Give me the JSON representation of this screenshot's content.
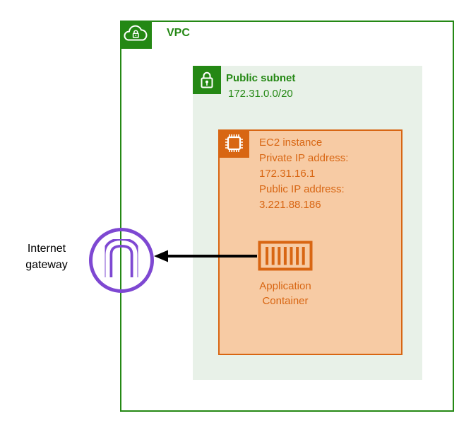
{
  "diagram": {
    "vpc": {
      "label": "VPC"
    },
    "public_subnet": {
      "label": "Public subnet",
      "cidr": "172.31.0.0/20"
    },
    "ec2_instance": {
      "title": "EC2 instance",
      "private_ip_label": "Private IP address:",
      "private_ip": "172.31.16.1",
      "public_ip_label": "Public IP address:",
      "public_ip": "3.221.88.186"
    },
    "application_container": {
      "label_line1": "Application",
      "label_line2": "Container"
    },
    "internet_gateway": {
      "label_line1": "Internet",
      "label_line2": "gateway"
    },
    "icons": {
      "vpc_icon": "cloud-lock-icon",
      "subnet_icon": "padlock-icon",
      "ec2_icon": "chip-icon",
      "container_icon": "container-bars-icon",
      "gateway_icon": "internet-gateway-circle-icon",
      "arrow": "left-arrow"
    },
    "colors": {
      "green": "#248814",
      "subnet_fill": "#E8F1E8",
      "orange": "#D86613",
      "orange_fill": "#F7CBA4",
      "purple": "#7E48D2",
      "arrow_black": "#000000"
    }
  }
}
